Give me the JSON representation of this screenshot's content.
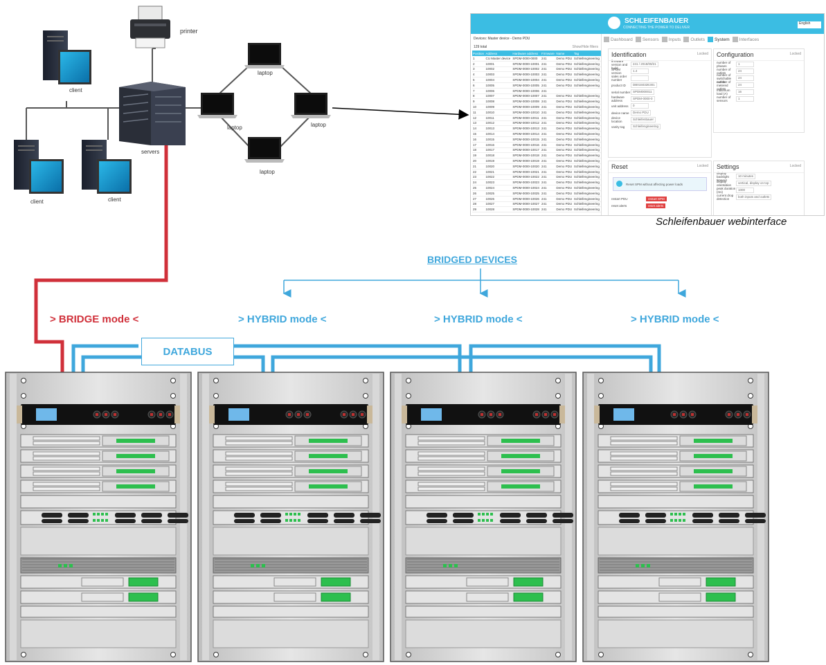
{
  "labels": {
    "printer": "printer",
    "servers": "servers",
    "client": "client",
    "laptop": "laptop",
    "bridge_mode": "> BRIDGE mode <",
    "hybrid_mode": "> HYBRID mode <",
    "bridged_devices": "BRIDGED DEVICES",
    "databus": "DATABUS",
    "caption": "Schleifenbauer webinterface"
  },
  "colors": {
    "bridge": "#d0303a",
    "hybrid": "#3fa7dc",
    "accent": "#3bbde3"
  },
  "web": {
    "brand": "SCHLEIFENBAUER",
    "brand_sub": "CONNECTING THE POWER TO DELIVER",
    "language": "English",
    "table_title": "Devices: Master device - Demo PDU",
    "table_count": "129 total",
    "show_hide": "Show/Hide filters",
    "columns": [
      "Position",
      "Address",
      "Hardware address",
      "Firmware",
      "Name",
      "Tag"
    ],
    "rows": [
      [
        "1",
        "CU Master device",
        "SPDM-0000-0000",
        "241",
        "Demo PDU",
        "Schleifengineering"
      ],
      [
        "2",
        "10001",
        "SPDM-0000-10001",
        "241",
        "Demo PDU",
        "Schleifengineering"
      ],
      [
        "3",
        "10002",
        "SPDM-0000-10002",
        "241",
        "Demo PDU",
        "Schleifengineering"
      ],
      [
        "4",
        "10003",
        "SPDM-0000-10003",
        "241",
        "Demo PDU",
        "Schleifengineering"
      ],
      [
        "5",
        "10004",
        "SPDM-0000-10004",
        "241",
        "Demo PDU",
        "Schleifengineering"
      ],
      [
        "6",
        "10005",
        "SPDM-0000-10005",
        "241",
        "Demo PDU",
        "Schleifengineering"
      ],
      [
        "7",
        "10006",
        "SPDM-0000-10006",
        "241",
        "",
        ""
      ],
      [
        "8",
        "10007",
        "SPDM-0000-10007",
        "241",
        "Demo PDU",
        "Schleifengineering"
      ],
      [
        "9",
        "10008",
        "SPDM-0000-10008",
        "241",
        "Demo PDU",
        "Schleifengineering"
      ],
      [
        "10",
        "10009",
        "SPDM-0000-10009",
        "241",
        "Demo PDU",
        "Schleifengineering"
      ],
      [
        "11",
        "10010",
        "SPDM-0000-10010",
        "241",
        "Demo PDU",
        "Schleifengineering"
      ],
      [
        "12",
        "10011",
        "SPDM-0000-10011",
        "241",
        "Demo PDU",
        "Schleifengineering"
      ],
      [
        "13",
        "10012",
        "SPDM-0000-10012",
        "241",
        "Demo PDU",
        "Schleifengineering"
      ],
      [
        "14",
        "10013",
        "SPDM-0000-10013",
        "241",
        "Demo PDU",
        "Schleifengineering"
      ],
      [
        "15",
        "10014",
        "SPDM-0000-10014",
        "241",
        "Demo PDU",
        "Schleifengineering"
      ],
      [
        "16",
        "10015",
        "SPDM-0000-10015",
        "241",
        "Demo PDU",
        "Schleifengineering"
      ],
      [
        "17",
        "10016",
        "SPDM-0000-10016",
        "241",
        "Demo PDU",
        "Schleifengineering"
      ],
      [
        "18",
        "10017",
        "SPDM-0000-10017",
        "241",
        "Demo PDU",
        "Schleifengineering"
      ],
      [
        "19",
        "10018",
        "SPDM-0000-10018",
        "241",
        "Demo PDU",
        "Schleifengineering"
      ],
      [
        "20",
        "10019",
        "SPDM-0000-10019",
        "241",
        "Demo PDU",
        "Schleifengineering"
      ],
      [
        "21",
        "10020",
        "SPDM-0000-10020",
        "241",
        "Demo PDU",
        "Schleifengineering"
      ],
      [
        "22",
        "10021",
        "SPDM-0000-10021",
        "241",
        "Demo PDU",
        "Schleifengineering"
      ],
      [
        "23",
        "10022",
        "SPDM-0000-10022",
        "241",
        "Demo PDU",
        "Schleifengineering"
      ],
      [
        "24",
        "10023",
        "SPDM-0000-10023",
        "241",
        "Demo PDU",
        "Schleifengineering"
      ],
      [
        "25",
        "10024",
        "SPDM-0000-10024",
        "241",
        "Demo PDU",
        "Schleifengineering"
      ],
      [
        "26",
        "10025",
        "SPDM-0000-10025",
        "241",
        "Demo PDU",
        "Schleifengineering"
      ],
      [
        "27",
        "10026",
        "SPDM-0000-10026",
        "241",
        "Demo PDU",
        "Schleifengineering"
      ],
      [
        "28",
        "10027",
        "SPDM-0000-10027",
        "241",
        "Demo PDU",
        "Schleifengineering"
      ],
      [
        "29",
        "10028",
        "SPDM-0000-10028",
        "241",
        "Demo PDU",
        "Schleifengineering"
      ]
    ],
    "tabs": [
      "Dashboard",
      "Sensors",
      "Inputs",
      "Outlets",
      "System",
      "Interfaces"
    ],
    "active_tab": "System",
    "locked": "Locked",
    "identification": {
      "title": "Identification",
      "fields": [
        [
          "firmware version and build",
          "241 / 2018/09/21"
        ],
        [
          "SPDM version",
          "1.4"
        ],
        [
          "sales order number",
          ""
        ],
        [
          "product ID",
          "DB015032E301"
        ],
        [
          "serial number",
          "SPDM000011"
        ],
        [
          "hardware address",
          "SPDM-0000-0"
        ],
        [
          "unit address",
          "0"
        ],
        [
          "device name",
          "Demo PDU"
        ],
        [
          "device location",
          "Schleifenbauer"
        ],
        [
          "vanity tag",
          "Schleifengineering"
        ]
      ]
    },
    "configuration": {
      "title": "Configuration",
      "fields": [
        [
          "number of phases",
          "1"
        ],
        [
          "number of outlets",
          "24"
        ],
        [
          "number of switchable outlets",
          "24"
        ],
        [
          "number of metered outlets",
          "24"
        ],
        [
          "maximum load (A)",
          "16"
        ],
        [
          "number of sensors",
          "1"
        ]
      ]
    },
    "reset": {
      "title": "Reset",
      "info": "Reset SPM without affecting power loads",
      "rows": [
        [
          "restart PDU",
          "restart SPM"
        ],
        [
          "reset alerts",
          "reset alerts"
        ]
      ]
    },
    "settings": {
      "title": "Settings",
      "fields": [
        [
          "display backlight timeout",
          "10 minutes"
        ],
        [
          "display orientation",
          "vertical, display on top"
        ],
        [
          "peak duration (ms)",
          "1000"
        ],
        [
          "current drop detection",
          "both inputs and outlets"
        ]
      ]
    }
  }
}
